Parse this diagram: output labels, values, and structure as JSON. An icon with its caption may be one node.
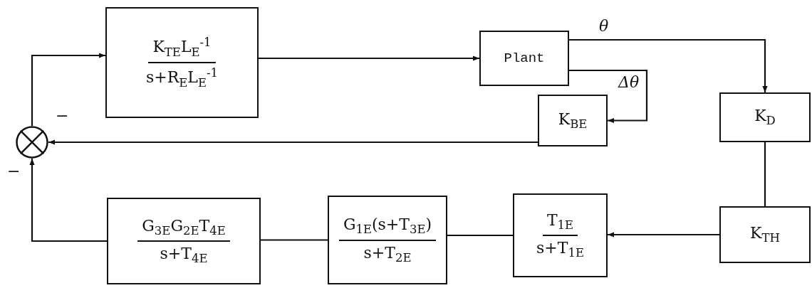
{
  "diagram": {
    "nodes": [
      {
        "text": [],
        "shape": "circle"
      },
      {
        "text": [
          "K$_{TE}$L$_{E}$$^{-1}$",
          "s+R$_{E}$L$_{E}$$^{-1}$"
        ]
      },
      {
        "text": [
          "Plant"
        ]
      },
      {
        "text": [
          "K$_{BE}$"
        ]
      },
      {
        "text": [
          "K$_{D}$"
        ]
      },
      {
        "text": [
          "K$_{TH}$"
        ]
      },
      {
        "text": [
          "T$_{1E}$",
          "s+T$_{1E}$"
        ]
      },
      {
        "text": [
          "G$_{1E}$(s+T$_{3E}$)",
          "s+T$_{2E}$"
        ]
      },
      {
        "text": [
          "G$_{3E}$G$_{2E}$T$_{4E}$",
          "s+T$_{4E}$"
        ]
      }
    ],
    "edges": [
      {
        "from": 0,
        "to": 1,
        "arrow": "to"
      },
      {
        "from": 1,
        "to": 2,
        "arrow": "to"
      },
      {
        "from": 2,
        "to": 4,
        "arrow": "to",
        "label": "θ"
      },
      {
        "from": 2,
        "to": 3,
        "arrow": "to",
        "label": "Δθ"
      },
      {
        "from": 3,
        "to": 0,
        "arrow": "to"
      },
      {
        "from": 4,
        "to": 5,
        "arrow": "none"
      },
      {
        "from": 5,
        "to": 6,
        "arrow": "to"
      },
      {
        "from": 6,
        "to": 7,
        "arrow": "none"
      },
      {
        "from": 7,
        "to": 8,
        "arrow": "none"
      },
      {
        "from": 8,
        "to": 0,
        "arrow": "to"
      }
    ],
    "labels": [
      "−",
      "−"
    ]
  }
}
